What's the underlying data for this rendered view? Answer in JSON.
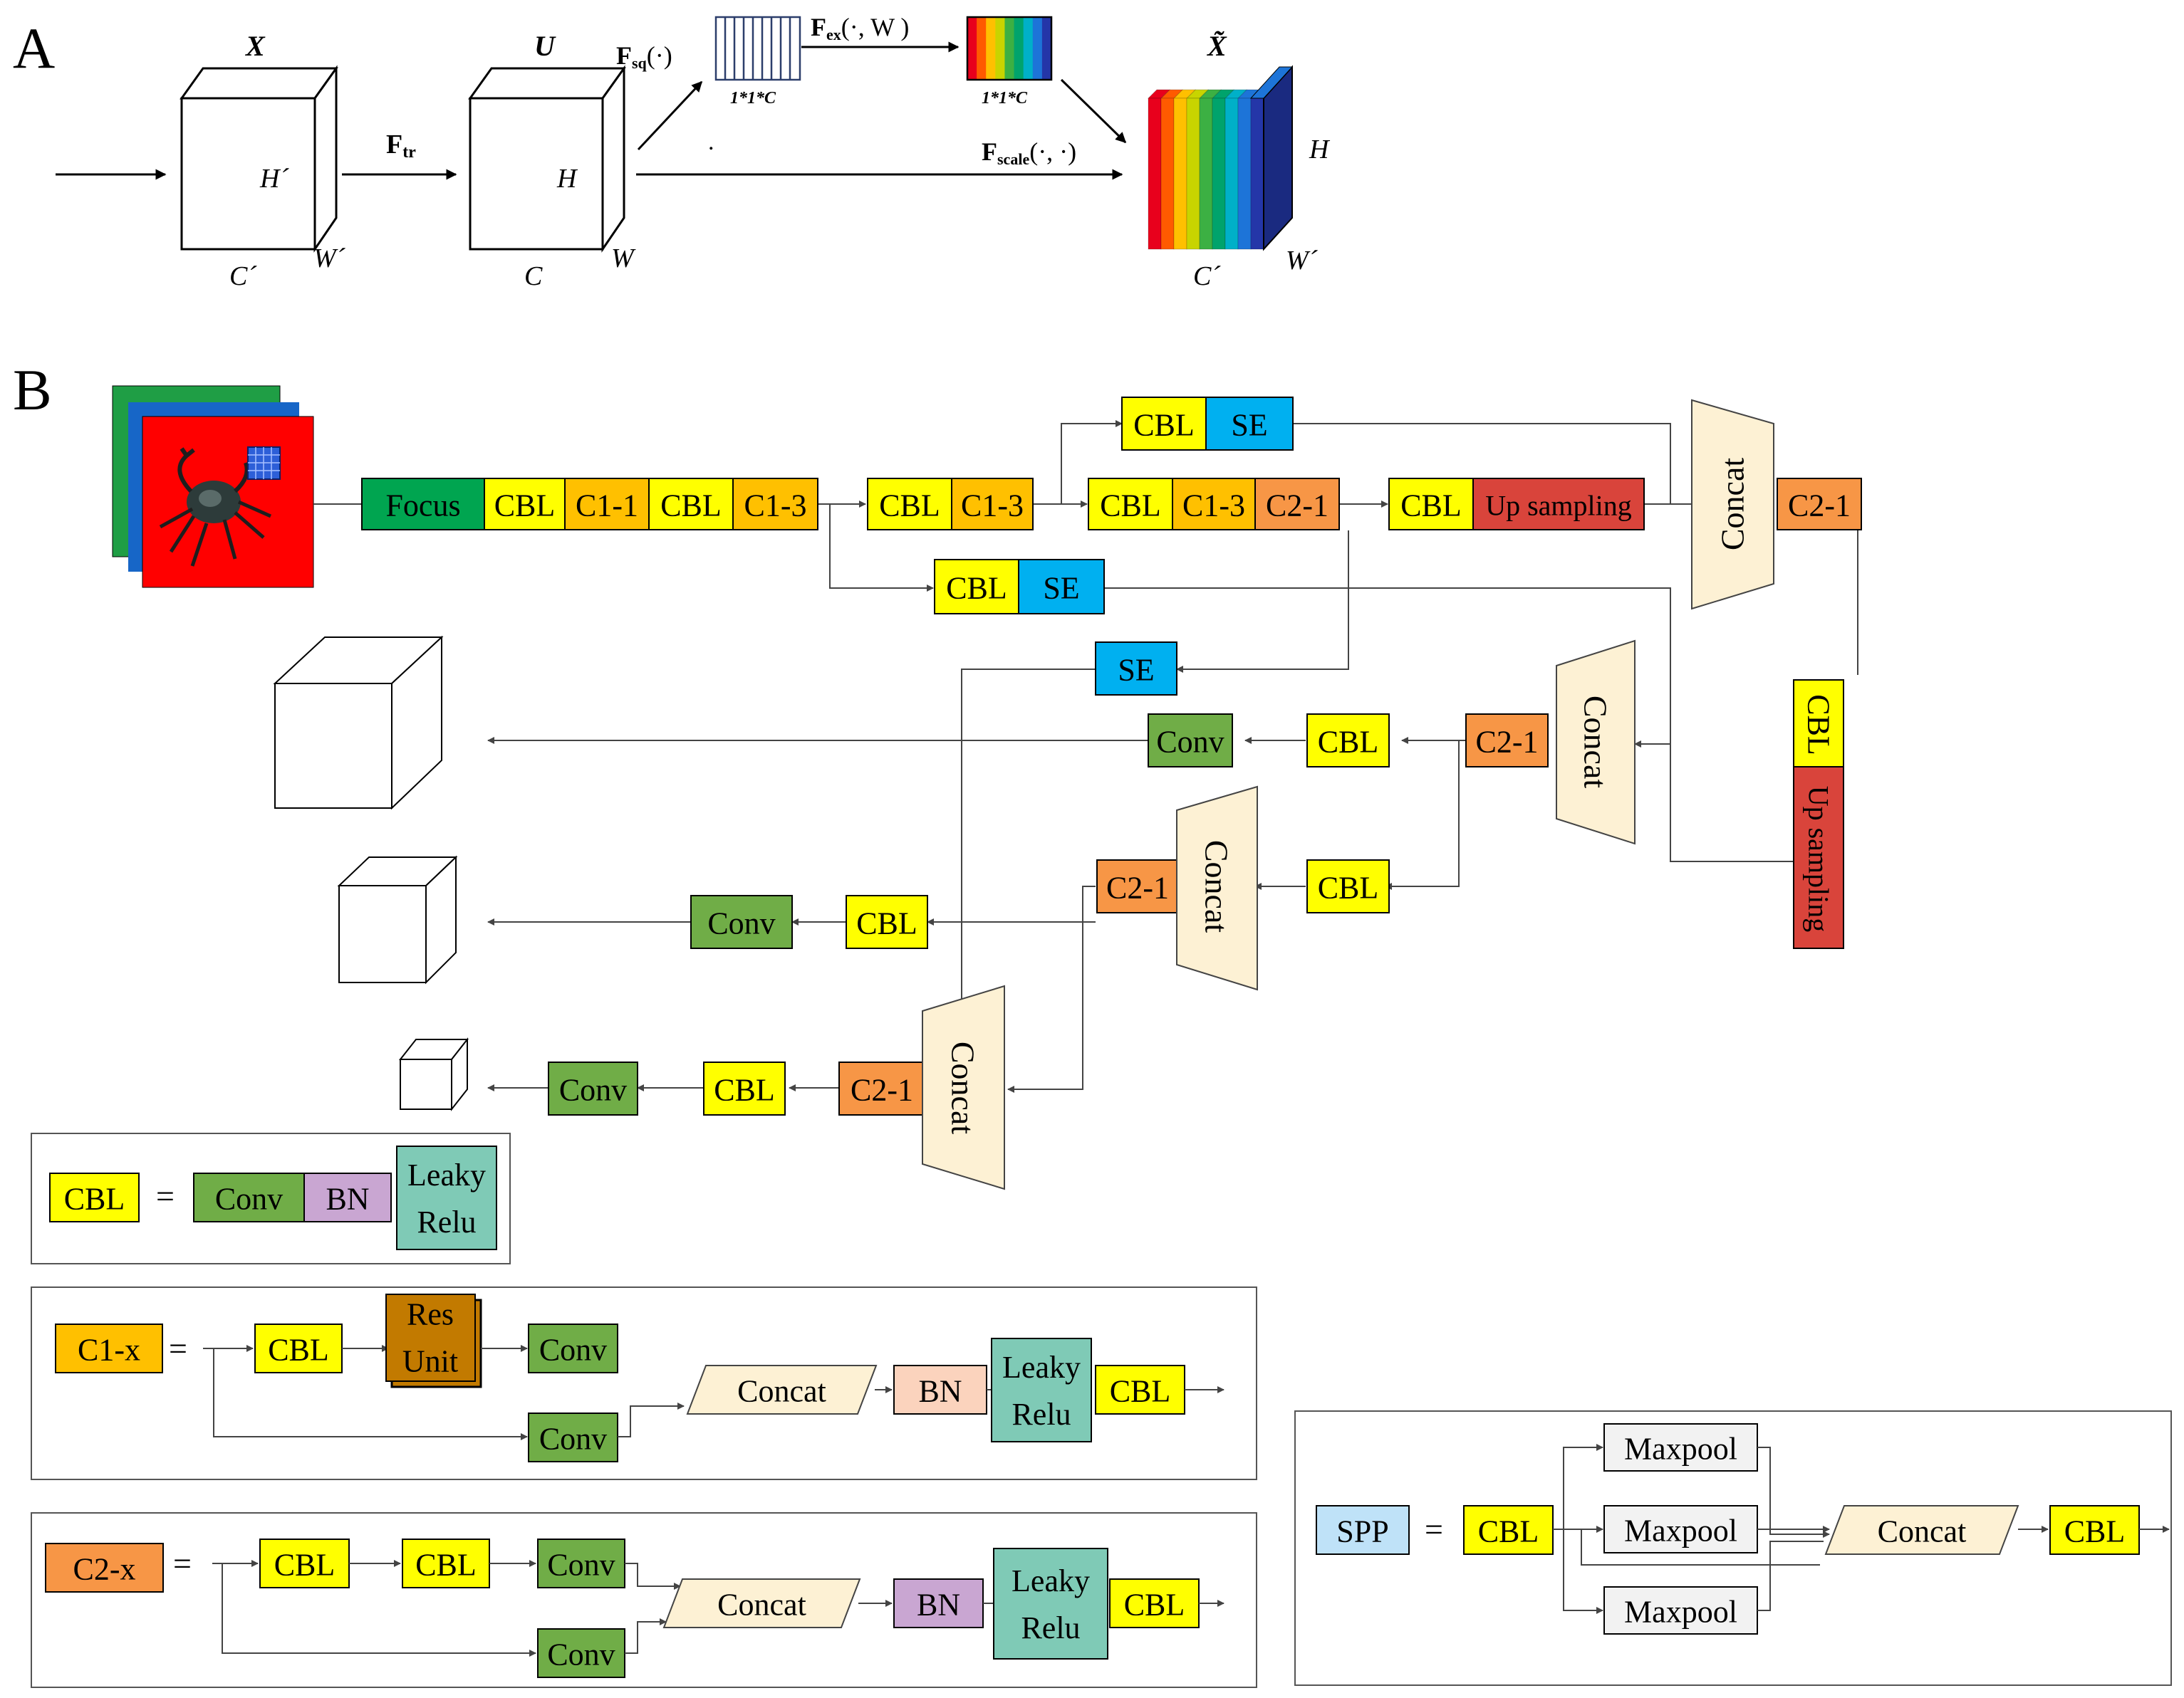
{
  "panels": {
    "a": "A",
    "b": "B"
  },
  "se_block": {
    "x_label": "X",
    "u_label": "U",
    "x_tilde_label": "X̃",
    "h_prime": "H´",
    "w_prime": "W´",
    "c_prime": "C´",
    "h": "H",
    "w": "W",
    "c": "C",
    "f_tr": "F",
    "f_tr_sub": "tr",
    "f_sq": "F",
    "f_sq_sub": "sq",
    "f_sq_args": "(·)",
    "f_ex": "F",
    "f_ex_sub": "ex",
    "f_ex_args": "(·, W )",
    "f_scale": "F",
    "f_scale_sub": "scale",
    "f_scale_args": "(·, ·)",
    "vector_label": "1*1*C",
    "weights_label": "1*1*C",
    "dot": ".",
    "h_out": "H",
    "w_out": "W´",
    "c_out": "C´"
  },
  "colors": {
    "cbl": "#ffff00",
    "c1": "#ffc000",
    "c2": "#f79646",
    "focus": "#00a550",
    "se": "#00b0f0",
    "upsampling": "#d9443b",
    "concat": "#fdf1d4",
    "conv": "#70ad47",
    "bn_purple": "#c9a6d2",
    "bn_peach": "#fbd3bd",
    "leaky": "#7fcab6",
    "res": "#c27a00",
    "spp": "#bfe2f8",
    "maxpool": "#f2f2f2",
    "input_back": "#1f9e45",
    "input_front": "#ff0000",
    "input_blue": "#1766c7"
  },
  "rainbow": [
    "#e8001c",
    "#ff5a00",
    "#ffc000",
    "#c8d400",
    "#3cb043",
    "#00a36c",
    "#00b0c8",
    "#1d74d8",
    "#2436a8",
    "#1a2a80"
  ],
  "network": {
    "focus": "Focus",
    "cbl": "CBL",
    "c1_1": "C1-1",
    "c1_3": "C1-3",
    "c2_1": "C2-1",
    "se": "SE",
    "up_sampling": "Up sampling",
    "concat": "Concat",
    "conv": "Conv"
  },
  "legend": {
    "cbl_def": {
      "name": "CBL",
      "eq": "=",
      "conv": "Conv",
      "bn": "BN",
      "leaky_1": "Leaky",
      "leaky_2": "Relu"
    },
    "c1_def": {
      "name": "C1-x",
      "eq": "=",
      "cbl": "CBL",
      "res_1": "Res",
      "res_2": "Unit",
      "conv": "Conv",
      "concat": "Concat",
      "bn": "BN",
      "leaky_1": "Leaky",
      "leaky_2": "Relu"
    },
    "c2_def": {
      "name": "C2-x",
      "eq": "=",
      "cbl": "CBL",
      "conv": "Conv",
      "concat": "Concat",
      "bn": "BN",
      "leaky_1": "Leaky",
      "leaky_2": "Relu"
    },
    "spp_def": {
      "name": "SPP",
      "eq": "=",
      "cbl": "CBL",
      "maxpool": "Maxpool",
      "concat": "Concat"
    }
  }
}
